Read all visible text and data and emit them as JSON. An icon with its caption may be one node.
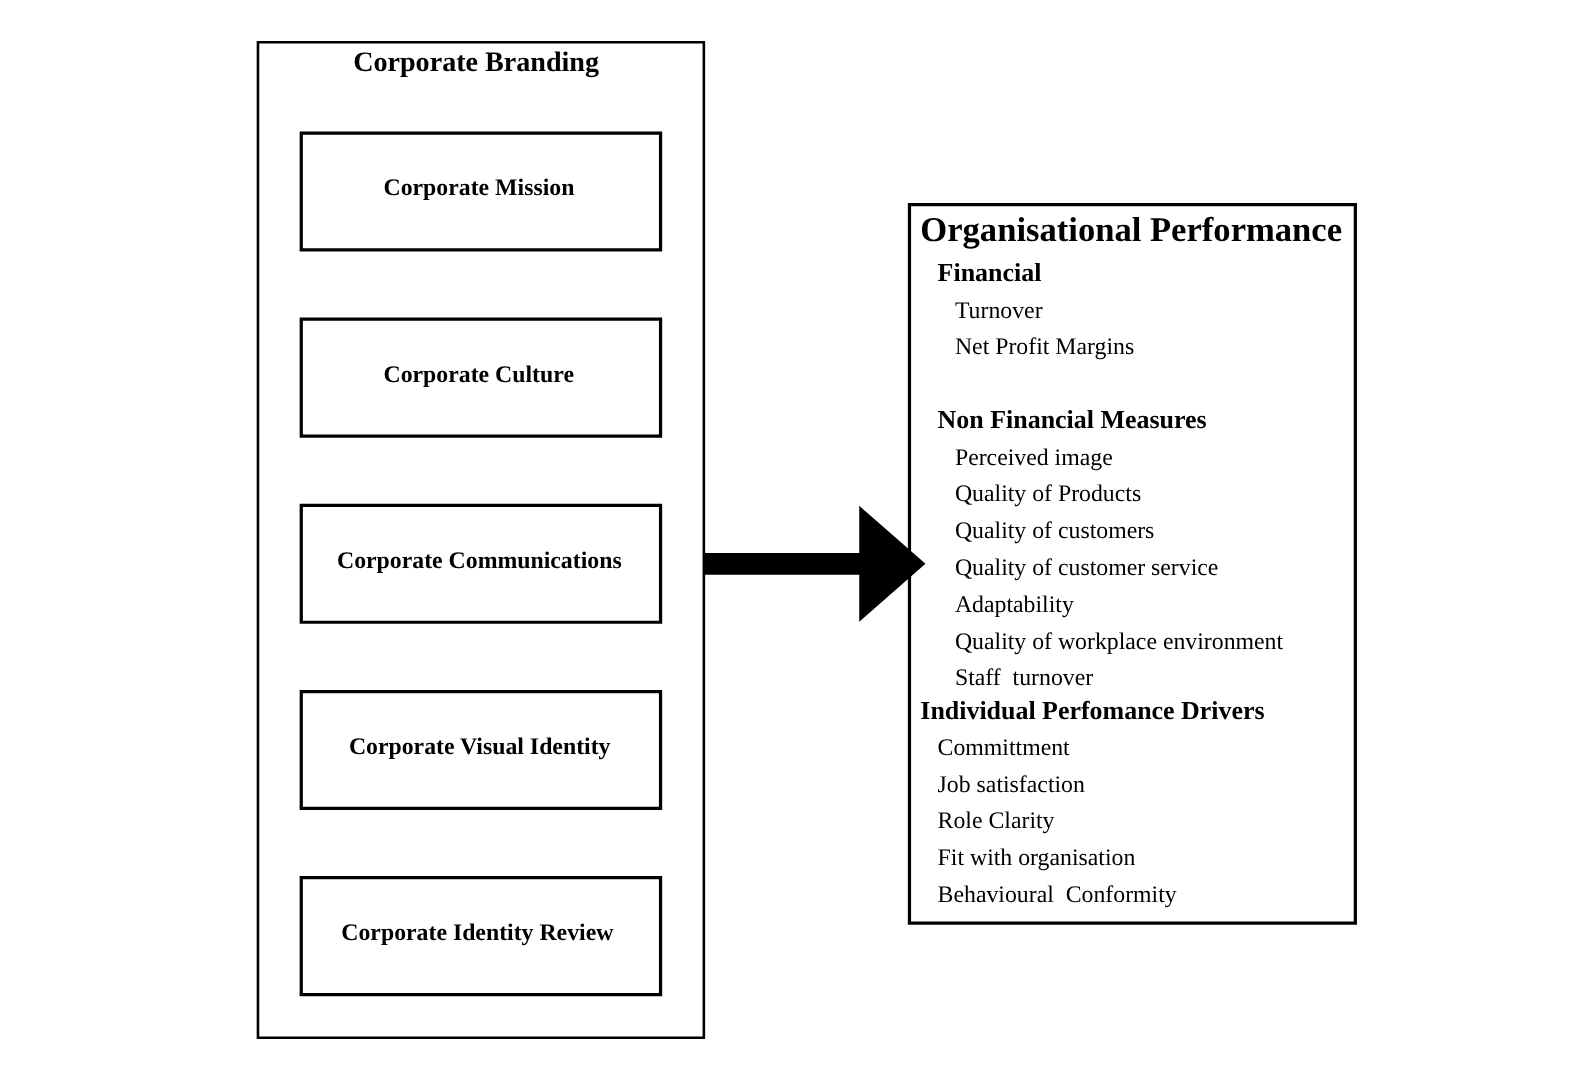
{
  "diagram": {
    "nodes": [
      {
        "text": [
          "Corporate Branding"
        ]
      },
      {
        "text": [
          "Corporate Mission"
        ],
        "in": 0
      },
      {
        "text": [
          "Corporate Culture"
        ],
        "in": 0
      },
      {
        "text": [
          "Corporate Communications"
        ],
        "in": 0
      },
      {
        "text": [
          "Corporate Visual Identity"
        ],
        "in": 0
      },
      {
        "text": [
          "Corporate Identity Review"
        ],
        "in": 0
      },
      {
        "text": [
          "Organisational Performance",
          "Financial",
          "Turnover",
          "Net Profit Margins",
          "Non Financial Measures",
          "Perceived image",
          "Quality of Products",
          "Quality of customers",
          "Quality of customer service",
          "Adaptability",
          "Quality of workplace environment",
          "Staff  turnover",
          "Individual Perfomance Drivers",
          "Committment",
          "Job satisfaction",
          "Role Clarity",
          "Fit with organisation",
          "Behavioural  Conformity"
        ]
      }
    ],
    "edges": [
      {
        "from": 0,
        "to": 6,
        "arrow": "to"
      }
    ]
  }
}
